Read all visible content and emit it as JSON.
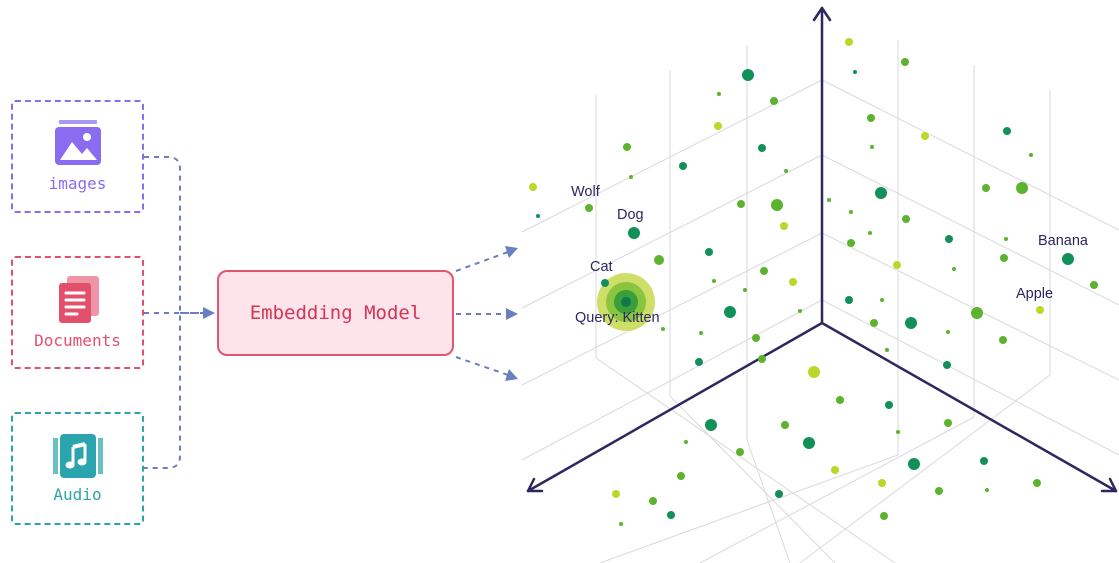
{
  "sources": {
    "images": {
      "label": "images",
      "icon": "image-icon",
      "color": "#8a6cf0"
    },
    "documents": {
      "label": "Documents",
      "icon": "documents-icon",
      "color": "#e2506c"
    },
    "audio": {
      "label": "Audio",
      "icon": "music-note-icon",
      "color": "#2aa5ad"
    }
  },
  "model": {
    "label": "Embedding Model"
  },
  "space": {
    "words": [
      "Wolf",
      "Dog",
      "Cat",
      "Query: Kitten",
      "Banana",
      "Apple"
    ],
    "colors": {
      "axis": "#2b2860",
      "grid": "#d9d9df",
      "dot_dark": "#12905a",
      "dot_mid": "#5bb32e",
      "dot_light": "#b9d829"
    }
  }
}
